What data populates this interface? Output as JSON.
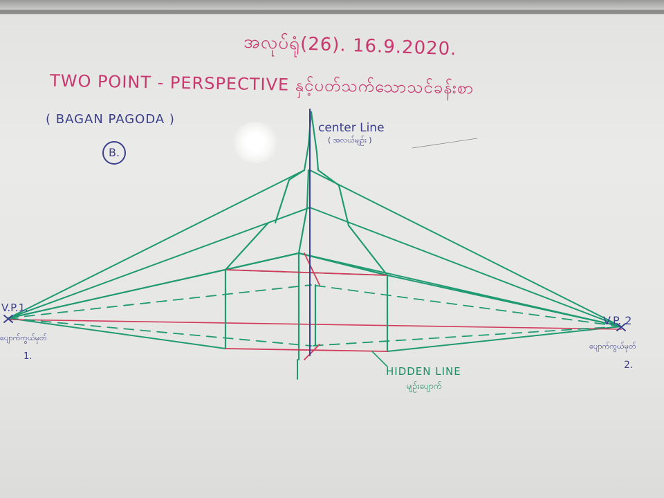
{
  "board": {
    "title_date": "အလုပ်ရုံ(26). 16.9.2020.",
    "title_main": "TWO POINT - PERSPECTIVE နှင့်ပတ်သက်သောသင်ခန်းစာ",
    "subject": "( BAGAN PAGODA )",
    "label": "B.",
    "center_line": "center Line",
    "center_line_my": "( အလယ်မျဉ်း )",
    "vp1": "V.P.1.",
    "vp1_my": "ပျောက်ကွယ်မှတ်",
    "vp1_num": "1.",
    "vp2": "V.P. 2",
    "vp2_my": "ပျောက်ကွယ်မှတ်",
    "vp2_num": "2.",
    "hidden_line": "HIDDEN LINE",
    "hidden_line_my": "မျဉ်းပျောက်"
  },
  "colors": {
    "board": "#e6e6e4",
    "marker_green": "#1f9a72",
    "marker_red": "#d23a5a",
    "marker_navy": "#3b3f8c",
    "marker_pink": "#c8386e"
  }
}
